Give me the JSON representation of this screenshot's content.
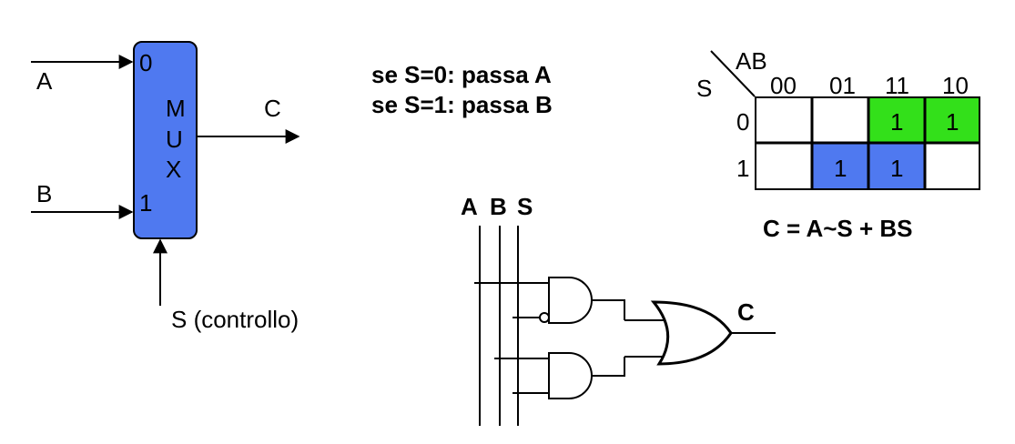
{
  "mux": {
    "input_a": "A",
    "input_b": "B",
    "port_0": "0",
    "port_1": "1",
    "name_letters": [
      "M",
      "U",
      "X"
    ],
    "output": "C",
    "control": "S (controllo)",
    "fill_color": "#4f79f0"
  },
  "rules": {
    "line1": "se S=0: passa A",
    "line2": "se S=1: passa B"
  },
  "kmap": {
    "row_var": "S",
    "col_var": "AB",
    "col_headers": [
      "00",
      "01",
      "11",
      "10"
    ],
    "row_headers": [
      "0",
      "1"
    ],
    "cells": [
      [
        "",
        "",
        "1",
        "1"
      ],
      [
        "",
        "1",
        "1",
        ""
      ]
    ],
    "group_colors": {
      "green": "#33e01a",
      "blue": "#4f79f0"
    },
    "equation": "C = A~S + BS"
  },
  "circuit": {
    "inputs": [
      "A",
      "B",
      "S"
    ],
    "output": "C"
  }
}
